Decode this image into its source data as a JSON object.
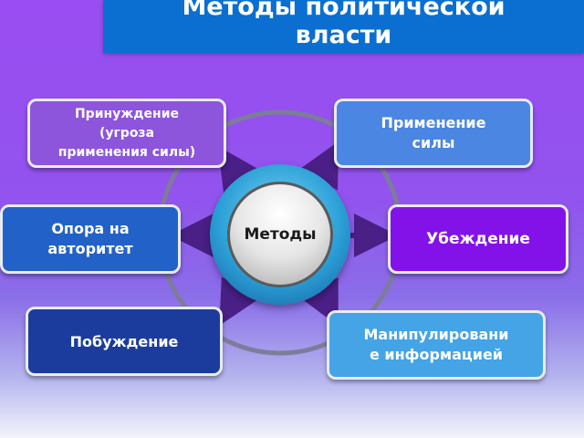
{
  "title": {
    "line1": "Методы политической",
    "line2": "власти"
  },
  "center": {
    "label": "Методы"
  },
  "nodes": {
    "coercion": {
      "line1": "Принуждение",
      "line2": "(угроза",
      "line3": "применения силы)"
    },
    "force": {
      "line1": "Применение",
      "line2": "силы"
    },
    "authority": {
      "line1": "Опора на",
      "line2": "авторитет"
    },
    "persuasion": {
      "label": "Убеждение"
    },
    "inducement": {
      "label": "Побуждение"
    },
    "manipulation": {
      "line1": "Манипулировани",
      "line2": "е информацией"
    }
  },
  "colors": {
    "title_bar": "#0a6fd0",
    "coercion": "#8d54dc",
    "force": "#4b86e2",
    "authority": "#2262c8",
    "persuasion": "#8312e8",
    "inducement": "#1b3c9c",
    "manipulation": "#44a4e6",
    "ring": "#7d7d9a",
    "arrow": "#4a1f86"
  }
}
